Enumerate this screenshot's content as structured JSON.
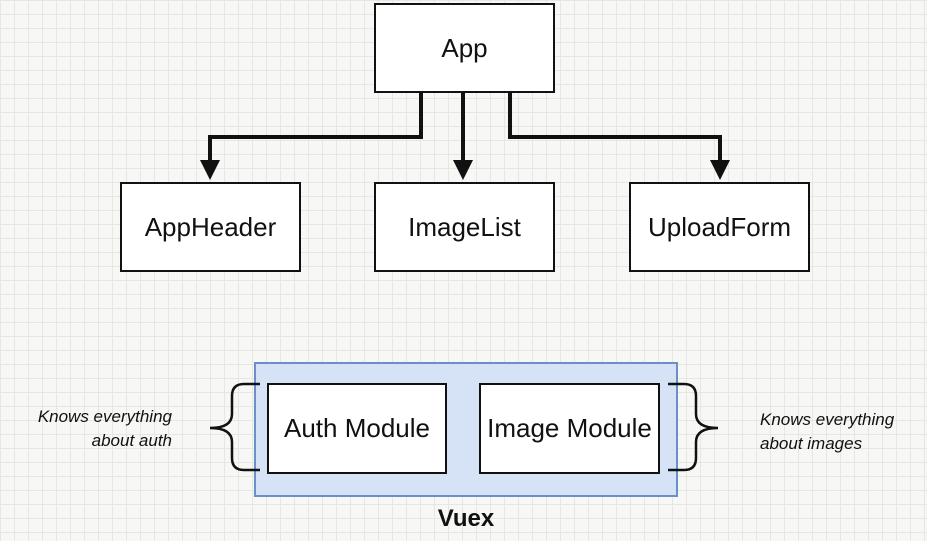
{
  "nodes": {
    "app": "App",
    "app_header": "AppHeader",
    "image_list": "ImageList",
    "upload_form": "UploadForm",
    "auth_module": "Auth Module",
    "image_module": "Image Module"
  },
  "vuex": {
    "label": "Vuex"
  },
  "notes": {
    "auth": {
      "line1": "Knows everything",
      "line2": "about auth"
    },
    "images": {
      "line1": "Knows everything",
      "line2": "about images"
    }
  },
  "colors": {
    "stroke": "#111111",
    "box_fill": "#ffffff",
    "vuex_fill": "#d6e2f5",
    "vuex_border": "#6b8fc9",
    "background": "#f7f7f5"
  }
}
